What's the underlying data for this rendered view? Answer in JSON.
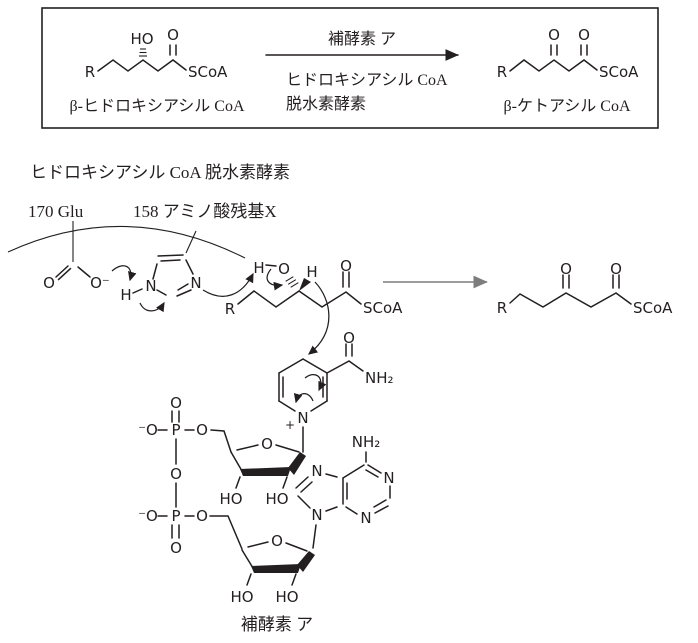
{
  "scheme_box": {
    "reactant_label": "β-ヒドロキシアシル CoA",
    "product_label": "β-ケトアシル CoA",
    "condition_top": "補酵素 ア",
    "condition_bottom_line1": "ヒドロキシアシル CoA",
    "condition_bottom_line2": "脱水素酵素"
  },
  "mechanism": {
    "enzyme_title": "ヒドロキシアシル CoA 脱水素酵素",
    "residue_glu": "170 Glu",
    "residue_x": "158 アミノ酸残基X",
    "coenzyme_caption": "補酵素 ア"
  },
  "atoms": {
    "R": "R",
    "HO": "HO",
    "O": "O",
    "O_minus": "O⁻",
    "minus_O": "⁻O",
    "SCoA": "SCoA",
    "H": "H",
    "N": "N",
    "NH2": "NH₂",
    "P": "P",
    "plus": "+"
  }
}
